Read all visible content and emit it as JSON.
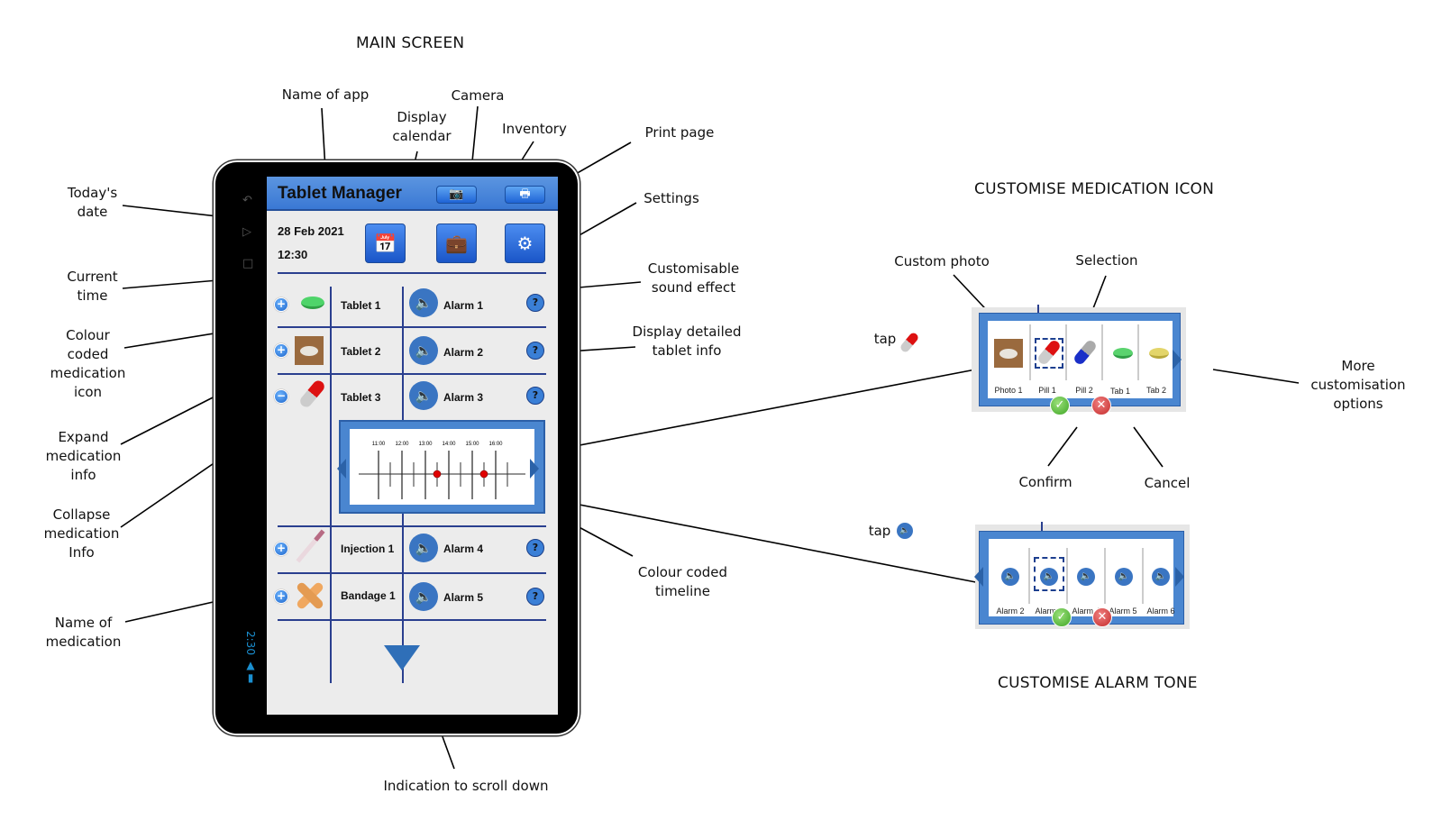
{
  "headings": {
    "main_screen": "MAIN SCREEN",
    "customise_icon": "CUSTOMISE MEDICATION ICON",
    "customise_alarm": "CUSTOMISE ALARM TONE"
  },
  "annotations": {
    "name_of_app": "Name of app",
    "display_calendar": "Display\ncalendar",
    "camera": "Camera",
    "inventory": "Inventory",
    "print_page": "Print page",
    "settings": "Settings",
    "todays_date": "Today's\ndate",
    "current_time": "Current\ntime",
    "colour_coded_icon": "Colour\ncoded\nmedication\nicon",
    "expand_info": "Expand\nmedication\ninfo",
    "collapse_info": "Collapse\nmedication\nInfo",
    "name_of_medication": "Name of\nmedication",
    "customisable_sound": "Customisable\nsound effect",
    "detailed_info": "Display detailed\ntablet info",
    "colour_coded_timeline": "Colour coded\ntimeline",
    "scroll_down": "Indication to scroll down",
    "custom_photo": "Custom photo",
    "selection": "Selection",
    "more_options": "More\ncustomisation\noptions",
    "confirm": "Confirm",
    "cancel": "Cancel",
    "tap": "tap"
  },
  "app": {
    "title": "Tablet Manager",
    "date": "28 Feb 2021",
    "time": "12:30",
    "status_time": "2:30",
    "medications": [
      {
        "name": "Tablet 1",
        "alarm": "Alarm 1",
        "icon": "green-tablet",
        "expanded": false
      },
      {
        "name": "Tablet 2",
        "alarm": "Alarm 2",
        "icon": "photo-tablet",
        "expanded": false
      },
      {
        "name": "Tablet 3",
        "alarm": "Alarm 3",
        "icon": "red-pill",
        "expanded": true
      },
      {
        "name": "Injection 1",
        "alarm": "Alarm 4",
        "icon": "syringe",
        "expanded": false
      },
      {
        "name": "Bandage 1",
        "alarm": "Alarm 5",
        "icon": "bandage",
        "expanded": false
      }
    ],
    "timeline": {
      "hours": [
        "11:00",
        "12:00",
        "13:00",
        "14:00",
        "15:00",
        "16:00"
      ],
      "doses": [
        "13:30",
        "15:30"
      ],
      "dose_color": "#e00000"
    }
  },
  "icon_panel": {
    "options": [
      "Photo 1",
      "Pill 1",
      "Pill 2",
      "Tab 1",
      "Tab 2"
    ],
    "selected": "Pill 1"
  },
  "alarm_panel": {
    "options": [
      "Alarm 2",
      "Alarm 3",
      "Alarm 4",
      "Alarm 5",
      "Alarm 6"
    ],
    "selected": "Alarm 3"
  },
  "colors": {
    "accent": "#3a78d4",
    "frame_blue": "#4a86d0",
    "divider": "#2a3f8f"
  }
}
